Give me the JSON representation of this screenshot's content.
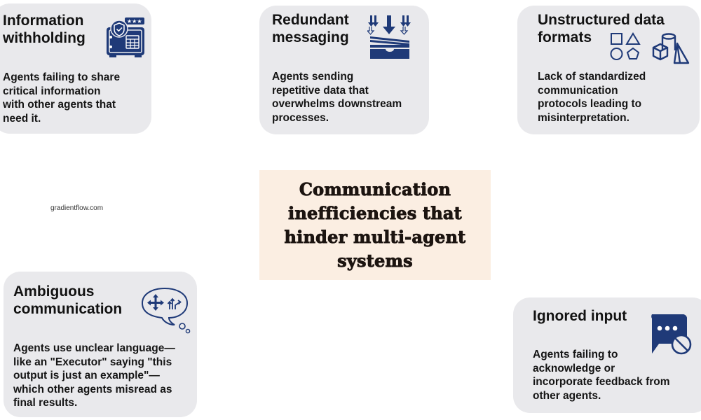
{
  "center": {
    "title": "Communication\ninefficiencies that\nhinder multi-agent\nsystems"
  },
  "watermark": "gradientflow.com",
  "colors": {
    "card_bg": "#e9e9ec",
    "center_bg": "#fbeee2",
    "icon_navy": "#1f3a78"
  },
  "cards": [
    {
      "title": "Information\nwithholding",
      "description": "Agents failing to share\ncritical information\nwith other agents that\nneed it.",
      "icon": "safe-shield-icon"
    },
    {
      "title": "Redundant\nmessaging",
      "description": "Agents sending\nrepetitive data that\noverwhelms downstream\nprocesses.",
      "icon": "inbox-overflow-icon"
    },
    {
      "title": "Unstructured data\nformats",
      "description": "Lack of standardized\ncommunication\nprotocols leading to\nmisinterpretation.",
      "icon": "shapes-icon"
    },
    {
      "title": "Ambiguous\ncommunication",
      "description": "Agents use unclear language—\nlike an \"Executor\" saying \"this\noutput is just an example\"—\nwhich other agents misread as\nfinal results.",
      "icon": "thought-bubble-directions-icon"
    },
    {
      "title": "Ignored input",
      "description": "Agents failing to\nacknowledge or\nincorporate feedback from\nother agents.",
      "icon": "blocked-chat-icon"
    }
  ]
}
